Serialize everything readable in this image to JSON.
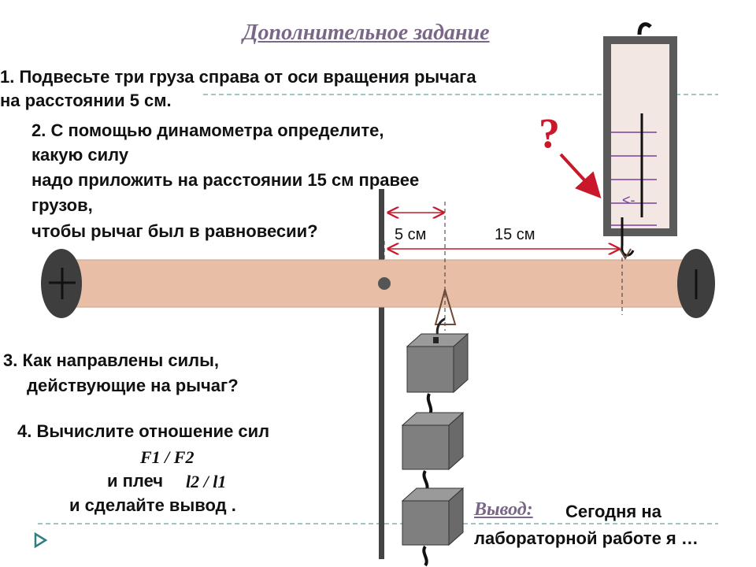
{
  "title": "Дополнительное задание",
  "task1": {
    "line1": "1.    Подвесьте три груза справа от оси вращения рычага",
    "line2": "на расстоянии 5 см."
  },
  "task2": {
    "line1": "2. С помощью динамометра определите,",
    "line2": "какую силу",
    "line3": "надо приложить на расстоянии 15 см правее",
    "line4": "грузов,",
    "line5": "чтобы рычаг был в равновесии?"
  },
  "task3": {
    "line1": "3. Как направлены силы,",
    "line2": "действующие  на рычаг?"
  },
  "task4": {
    "line1": "4. Вычислите отношение сил",
    "ratio_forces": "F1 / F2",
    "line3_prefix": "и плеч",
    "ratio_arms": "l2  / l1",
    "line4": "и сделайте вывод ."
  },
  "conclusion": {
    "label": "Вывод:",
    "line1": "Сегодня на",
    "line2": "лабораторной работе я …"
  },
  "diagram": {
    "dist_5": "5 см",
    "dist_15": "15 см",
    "question_mark": "?",
    "dyn_arrow": "<-"
  },
  "colors": {
    "lever": "#e8bfa6",
    "weight": "#7f7f7f",
    "dynamometer_frame": "#5a5a5a",
    "dynamometer_body": "#f2e7e3",
    "scale_lines": "#7a3fa0",
    "accent_red": "#c8182a",
    "title": "#7a6688",
    "separator": "#7fb3b0"
  },
  "icons": [
    "play-triangle-icon",
    "knob-icon",
    "hook-icon",
    "weight-block-icon",
    "arrow-icon"
  ]
}
